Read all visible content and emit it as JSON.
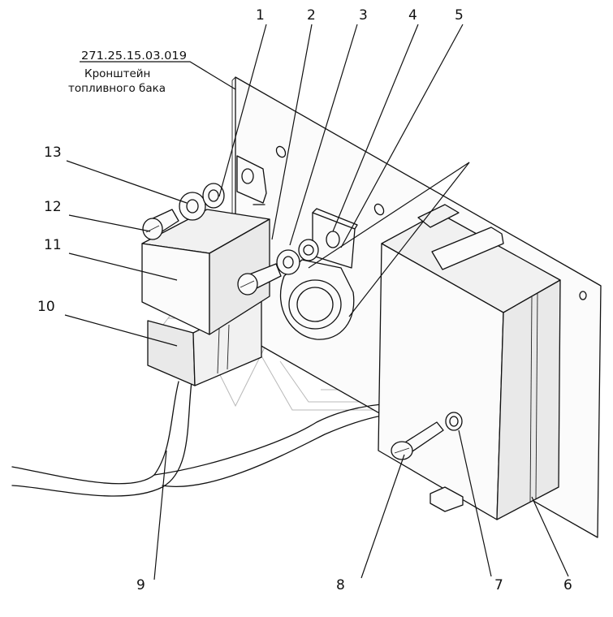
{
  "document": {
    "part_number": "271.25.15.03.019",
    "caption_line1": "Кронштейн",
    "caption_line2": "топливного бака"
  },
  "callouts": [
    "1",
    "2",
    "3",
    "4",
    "5",
    "6",
    "7",
    "8",
    "9",
    "10",
    "11",
    "12",
    "13"
  ]
}
